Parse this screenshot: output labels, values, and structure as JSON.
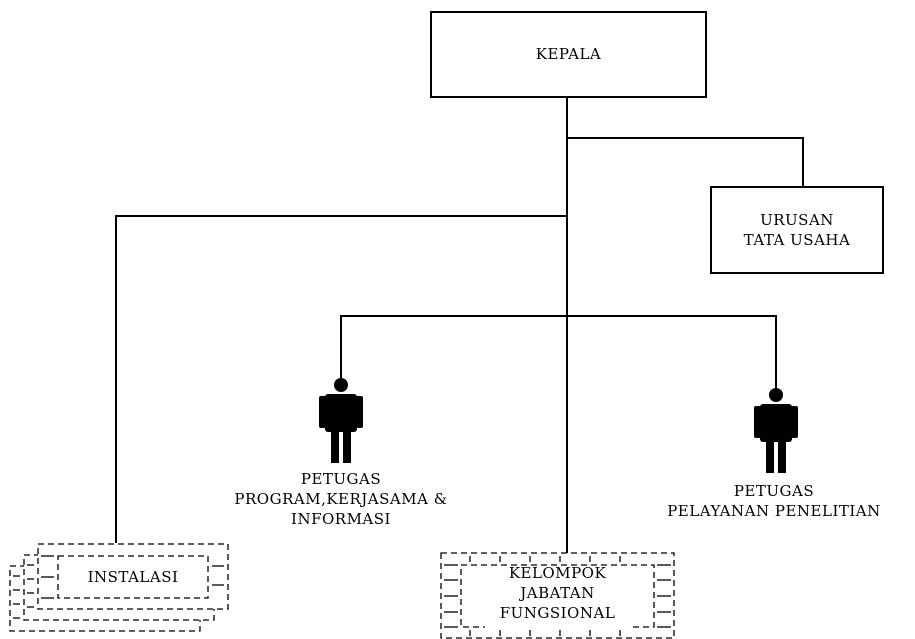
{
  "diagram": {
    "kepala": "KEPALA",
    "urusan_line1": "URUSAN",
    "urusan_line2": "TATA USAHA",
    "petugas_prog_line1": "PETUGAS",
    "petugas_prog_line2": "PROGRAM,KERJASAMA &",
    "petugas_prog_line3": "INFORMASI",
    "petugas_pel_line1": "PETUGAS",
    "petugas_pel_line2": "PELAYANAN PENELITIAN",
    "instalasi": "INSTALASI",
    "kelompok_line1": "KELOMPOK",
    "kelompok_line2": "JABATAN",
    "kelompok_line3": "FUNGSIONAL"
  },
  "icons": [
    "person-icon",
    "person-icon"
  ]
}
